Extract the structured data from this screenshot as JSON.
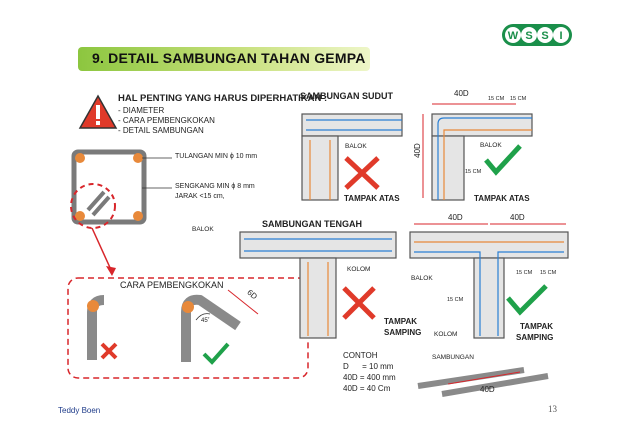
{
  "logo": {
    "letters": [
      "W",
      "S",
      "S",
      "I"
    ]
  },
  "title": "9. DETAIL SAMBUNGAN TAHAN GEMPA",
  "notes": {
    "heading": "HAL PENTING YANG HARUS DIPERHATIKAN :",
    "items": [
      "- DIAMETER",
      "- CARA PEMBENGKOKAN",
      "- DETAIL SAMBUNGAN"
    ]
  },
  "section_labels": {
    "tulangan": "TULANGAN MIN ϕ 10 mm",
    "sengkang": "SENGKANG MIN ϕ 8 mm",
    "jarak": "JARAK <15 cm,"
  },
  "sambungan_sudut": {
    "title": "SAMBUNGAN SUDUT",
    "balok_left": "BALOK",
    "balok_right": "BALOK",
    "dim_40d_top": "40D",
    "dim_15cm_a": "15 CM",
    "dim_15cm_b": "15 CM",
    "dim_40d_side": "40D",
    "dim_15cm_side": "15 CM",
    "caption_left": "TAMPAK ATAS",
    "caption_right": "TAMPAK ATAS"
  },
  "sambungan_tengah": {
    "title": "SAMBUNGAN TENGAH",
    "balok_left": "BALOK",
    "kolom_left": "KOLOM",
    "balok_right": "BALOK",
    "kolom_right": "KOLOM",
    "dim_40d_a": "40D",
    "dim_40d_b": "40D",
    "dim_15cm_a": "15 CM",
    "dim_15cm_b": "15 CM",
    "dim_15cm_side": "15 CM",
    "caption_left_1": "TAMPAK",
    "caption_left_2": "SAMPING",
    "caption_right_1": "TAMPAK",
    "caption_right_2": "SAMPING"
  },
  "pembengkokan": {
    "title": "CARA PEMBENGKOKAN",
    "dim_6d": "6D",
    "angle": "45˚"
  },
  "contoh": {
    "title": "CONTOH",
    "lines": [
      "D      = 10 mm",
      "40D = 400 mm",
      "40D = 40 Cm"
    ],
    "sambungan": "SAMBUNGAN",
    "dim_40d": "40D"
  },
  "footer": {
    "author": "Teddy Boen",
    "page": "13"
  },
  "colors": {
    "accent_green": "#8cc63f",
    "cross_red": "#e03a2a",
    "check_green": "#1fa14a",
    "rebar_orange": "#e8893a",
    "dash_red": "#d8262b"
  }
}
